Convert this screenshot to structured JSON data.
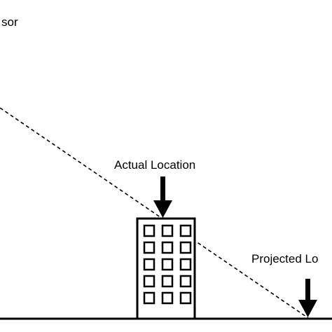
{
  "labels": {
    "sensor_partial": "sor",
    "actual_location": "Actual Location",
    "projected_location_partial": "Projected Lo"
  },
  "colors": {
    "ink": "#000000",
    "background": "#ffffff",
    "window_fill": "#ffffff"
  },
  "icons": {
    "actual_arrow": "down-arrow-icon",
    "projected_arrow": "down-arrow-icon",
    "building": "building-icon"
  },
  "building": {
    "window_rows": 5,
    "window_columns": 3
  }
}
